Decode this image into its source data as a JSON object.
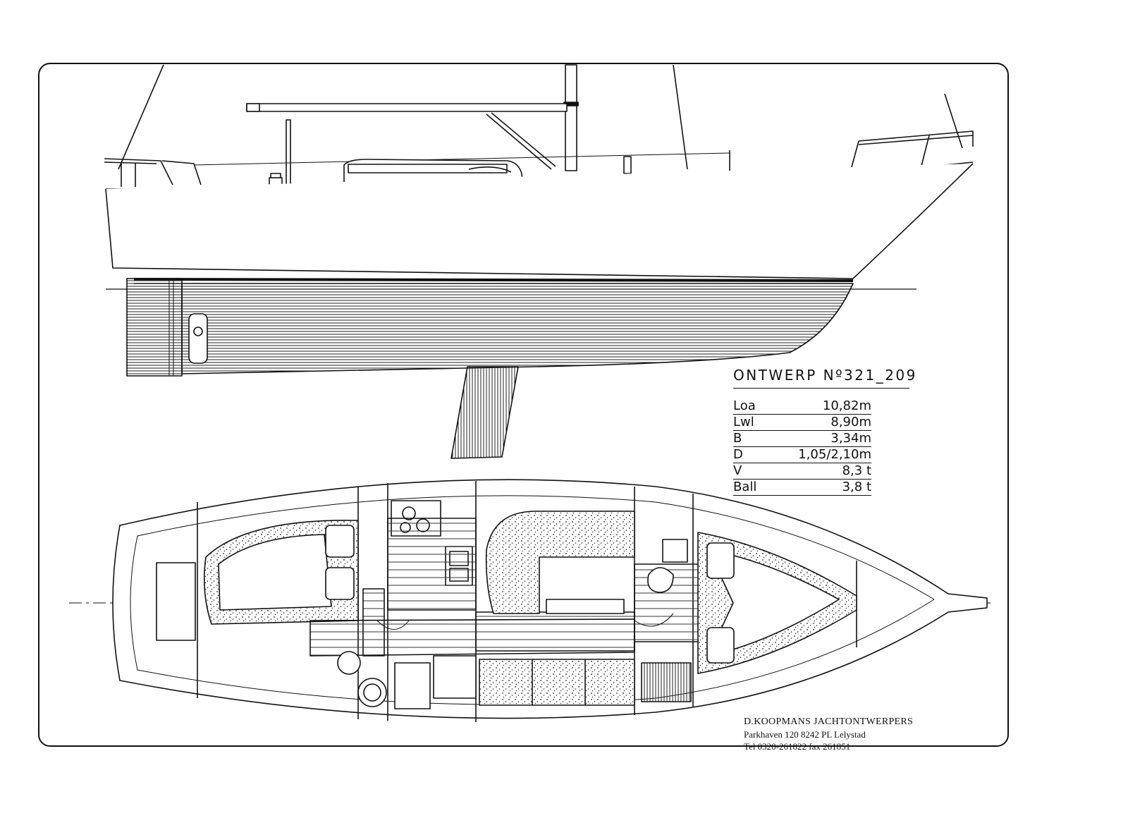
{
  "design": {
    "title": "ONTWERP Nº321_209"
  },
  "specs": [
    {
      "label": "Loa",
      "value": "10,82m"
    },
    {
      "label": "Lwl",
      "value": "8,90m"
    },
    {
      "label": "B",
      "value": "3,34m"
    },
    {
      "label": "D",
      "value": "1,05/2,10m"
    },
    {
      "label": "V",
      "value": "8,3 t"
    },
    {
      "label": "Ball",
      "value": "3,8 t"
    }
  ],
  "office": {
    "name": "D.KOOPMANS JACHTONTWERPERS",
    "address": "Parkhaven 120 8242 PL Lelystad",
    "phone": "Tel 0320-261822 fax 261851"
  },
  "colors": {
    "ink": "#111111",
    "paper": "#ffffff"
  }
}
